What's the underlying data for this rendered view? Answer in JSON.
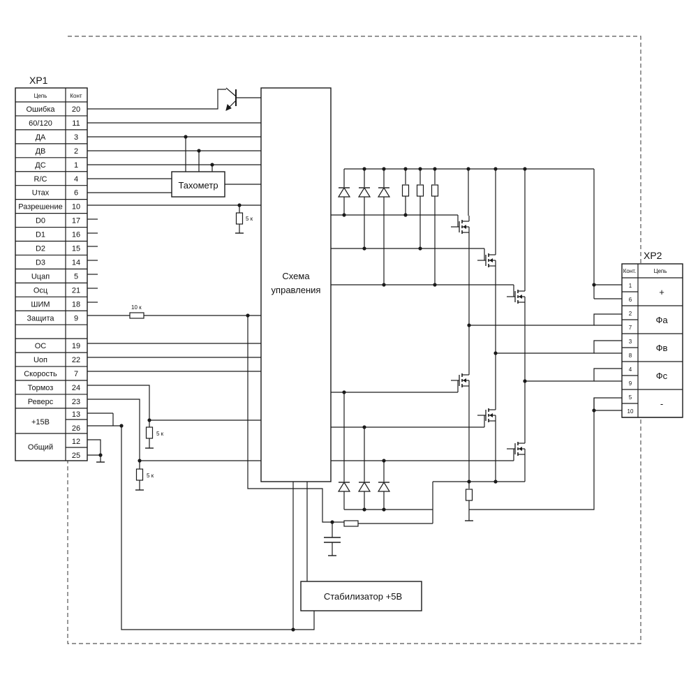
{
  "xp1": {
    "title": "XP1",
    "header_circuit": "Цепь",
    "header_contact": "Конт",
    "rows": [
      {
        "circuit": "Ошибка",
        "contact": "20"
      },
      {
        "circuit": "60/120",
        "contact": "11"
      },
      {
        "circuit": "ДА",
        "contact": "3"
      },
      {
        "circuit": "ДВ",
        "contact": "2"
      },
      {
        "circuit": "ДС",
        "contact": "1"
      },
      {
        "circuit": "R/C",
        "contact": "4"
      },
      {
        "circuit": "Uтах",
        "contact": "6"
      },
      {
        "circuit": "Разрешение",
        "contact": "10"
      },
      {
        "circuit": "D0",
        "contact": "17"
      },
      {
        "circuit": "D1",
        "contact": "16"
      },
      {
        "circuit": "D2",
        "contact": "15"
      },
      {
        "circuit": "D3",
        "contact": "14"
      },
      {
        "circuit": "Uцап",
        "contact": "5"
      },
      {
        "circuit": "Осц",
        "contact": "21"
      },
      {
        "circuit": "ШИМ",
        "contact": "18"
      },
      {
        "circuit": "Защита",
        "contact": "9"
      },
      {
        "circuit": "",
        "contact": ""
      },
      {
        "circuit": "ОС",
        "contact": "19"
      },
      {
        "circuit": "Uоп",
        "contact": "22"
      },
      {
        "circuit": "Скорость",
        "contact": "7"
      },
      {
        "circuit": "Тормоз",
        "contact": "24"
      },
      {
        "circuit": "Реверс",
        "contact": "23"
      }
    ],
    "group_15v": {
      "circuit": "+15В",
      "contacts": [
        "13",
        "26"
      ]
    },
    "group_common": {
      "circuit": "Общий",
      "contacts": [
        "12",
        "25"
      ]
    }
  },
  "xp2": {
    "title": "XP2",
    "header_contact": "Конт.",
    "header_circuit": "Цепь",
    "groups": [
      {
        "circuit": "+",
        "contacts": [
          "1",
          "6"
        ]
      },
      {
        "circuit": "Фа",
        "contacts": [
          "2",
          "7"
        ]
      },
      {
        "circuit": "Фв",
        "contacts": [
          "3",
          "8"
        ]
      },
      {
        "circuit": "Фс",
        "contacts": [
          "4",
          "9"
        ]
      },
      {
        "circuit": "-",
        "contacts": [
          "5",
          "10"
        ]
      }
    ]
  },
  "blocks": {
    "control_line1": "Схема",
    "control_line2": "управления",
    "tachometer": "Тахометр",
    "stabilizer": "Стабилизатор +5В"
  },
  "resistors": {
    "r_enable": "5 к",
    "r_protect": "10 к",
    "r_brake": "5 к",
    "r_reverse": "5 к"
  }
}
